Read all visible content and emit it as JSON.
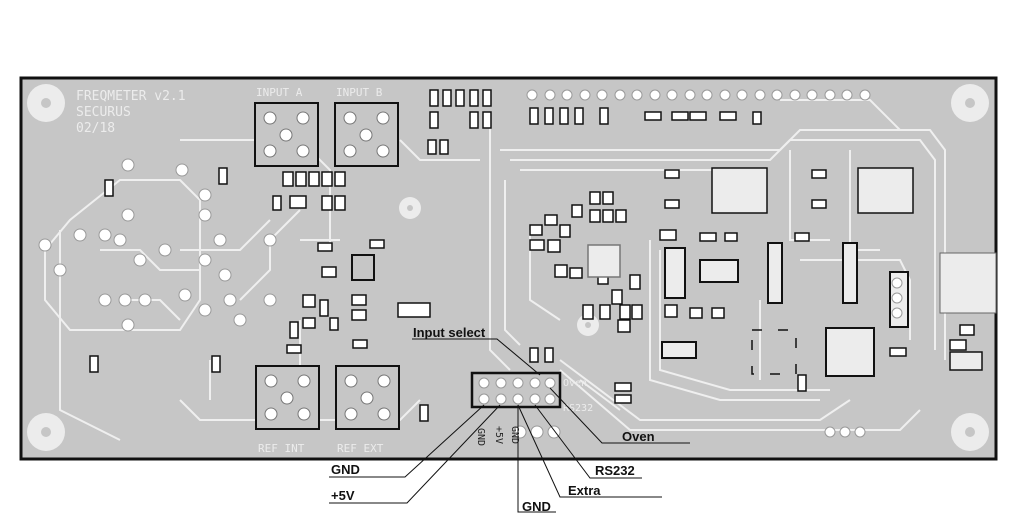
{
  "board": {
    "title_lines": [
      "FREQMETER v2.1",
      "SECURUS",
      "02/18"
    ],
    "input_a": "INPUT A",
    "input_b": "INPUT B",
    "ref_int": "REF INT",
    "ref_ext": "REF EXT",
    "silk_oven": "Oven",
    "silk_rs232": "RS232"
  },
  "connector": {
    "pin_gnd": "GND",
    "pin_5v": "+5V",
    "pin_gnd2": "GND"
  },
  "callouts": {
    "input_select": "Input select",
    "oven": "Oven",
    "gnd_left": "GND",
    "rs232": "RS232",
    "extra": "Extra",
    "plus5v": "+5V",
    "gnd_bottom": "GND"
  },
  "colors": {
    "board": "#c6c6c6",
    "board_border": "#111111",
    "trace": "#f2f2f2",
    "pad": "#ffffff",
    "part": "#2a2a2a"
  }
}
